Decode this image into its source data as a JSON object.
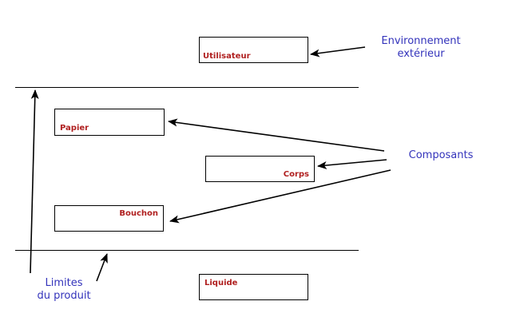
{
  "colors": {
    "component_text": "#b02020",
    "annotation_text": "#3333bb",
    "line": "#000000"
  },
  "components": {
    "utilisateur": "Utilisateur",
    "papier": "Papier",
    "corps": "Corps",
    "bouchon": "Bouchon",
    "liquide": "Liquide"
  },
  "annotations": {
    "environnement_line1": "Environnement",
    "environnement_line2": "extérieur",
    "composants": "Composants",
    "limites_line1": "Limites",
    "limites_line2": "du produit"
  }
}
